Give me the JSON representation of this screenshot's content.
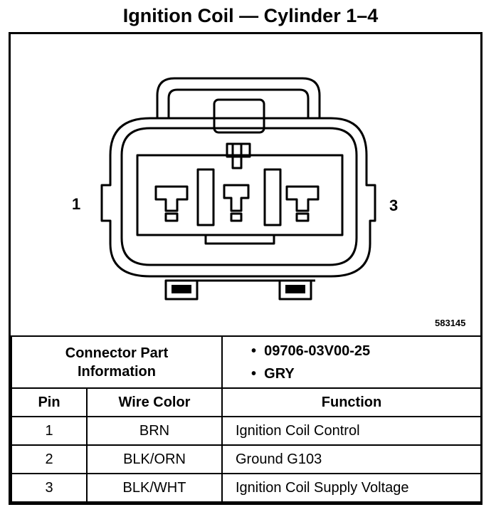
{
  "title": "Ignition Coil — Cylinder 1–4",
  "diagram": {
    "pin_left_label": "1",
    "pin_right_label": "3",
    "figure_id": "583145"
  },
  "connector_info": {
    "label_line1": "Connector Part",
    "label_line2": "Information",
    "items": [
      "09706-03V00-25",
      "GRY"
    ],
    "bullet": "•"
  },
  "table": {
    "headers": [
      "Pin",
      "Wire Color",
      "Function"
    ],
    "rows": [
      {
        "pin": "1",
        "wire": "BRN",
        "function": "Ignition Coil Control"
      },
      {
        "pin": "2",
        "wire": "BLK/ORN",
        "function": "Ground G103"
      },
      {
        "pin": "3",
        "wire": "BLK/WHT",
        "function": "Ignition Coil Supply Voltage"
      }
    ]
  }
}
